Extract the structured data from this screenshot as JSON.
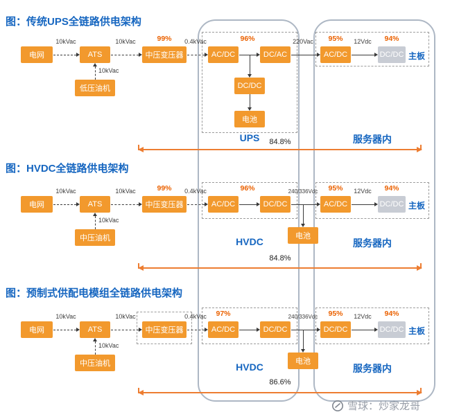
{
  "colors": {
    "box_orange": "#F2992D",
    "title_blue": "#1666C0",
    "percent_orange": "#EB6100",
    "efficiency_arrow_orange": "#ED7D31",
    "gray_box": "#C8CCD4",
    "column_border": "#ADB7C4"
  },
  "watermark": {
    "text": "雪球：炒家龙哥"
  },
  "sections": [
    {
      "title": "图：传统UPS全链路供电架构",
      "grid": "电网",
      "ats": "ATS",
      "transformer": "中压变压器",
      "transformer_pct": "99%",
      "mid1": "AC/DC",
      "mid2": "DC/AC",
      "mid_pct": "96%",
      "mid_sub": "DC/DC",
      "battery": "电池",
      "genset": "低压油机",
      "srv1": "AC/DC",
      "srv1_pct": "95%",
      "srv2": "DC/DC",
      "srv2_pct": "94%",
      "mainboard": "主板",
      "v_grid_ats": "10kVac",
      "v_ats_tx": "10kVac",
      "v_genset": "10kVac",
      "v_tx_mid": "0.4kVac",
      "v_mid_srv": "220Vac",
      "v_srv": "12Vdc",
      "group_label": "UPS",
      "server_label": "服务器内",
      "efficiency": "84.8%"
    },
    {
      "title": "图：HVDC全链路供电架构",
      "grid": "电网",
      "ats": "ATS",
      "transformer": "中压变压器",
      "transformer_pct": "99%",
      "mid1": "AC/DC",
      "mid2": "DC/DC",
      "mid_pct": "96%",
      "battery": "电池",
      "genset": "中压油机",
      "srv1": "AC/DC",
      "srv1_pct": "95%",
      "srv2": "DC/DC",
      "srv2_pct": "94%",
      "mainboard": "主板",
      "v_grid_ats": "10kVac",
      "v_ats_tx": "10kVac",
      "v_genset": "10kVac",
      "v_tx_mid": "0.4kVac",
      "v_mid_srv": "240/336Vdc",
      "v_srv": "12Vdc",
      "group_label": "HVDC",
      "server_label": "服务器内",
      "efficiency": "84.8%"
    },
    {
      "title": "图：预制式供配电模组全链路供电架构",
      "grid": "电网",
      "ats": "ATS",
      "transformer": "中压变压器",
      "mid1": "AC/DC",
      "mid2": "DC/DC",
      "mid_pct": "97%",
      "battery": "电池",
      "genset": "中压油机",
      "srv1": "DC/DC",
      "srv1_pct": "95%",
      "srv2": "DC/DC",
      "srv2_pct": "94%",
      "mainboard": "主板",
      "v_grid_ats": "10kVac",
      "v_ats_tx": "10kVac",
      "v_genset": "10kVac",
      "v_tx_mid": "0.4kVac",
      "v_mid_srv": "240/336Vdc",
      "v_srv": "12Vdc",
      "group_label": "HVDC",
      "server_label": "服务器内",
      "efficiency": "86.6%"
    }
  ]
}
